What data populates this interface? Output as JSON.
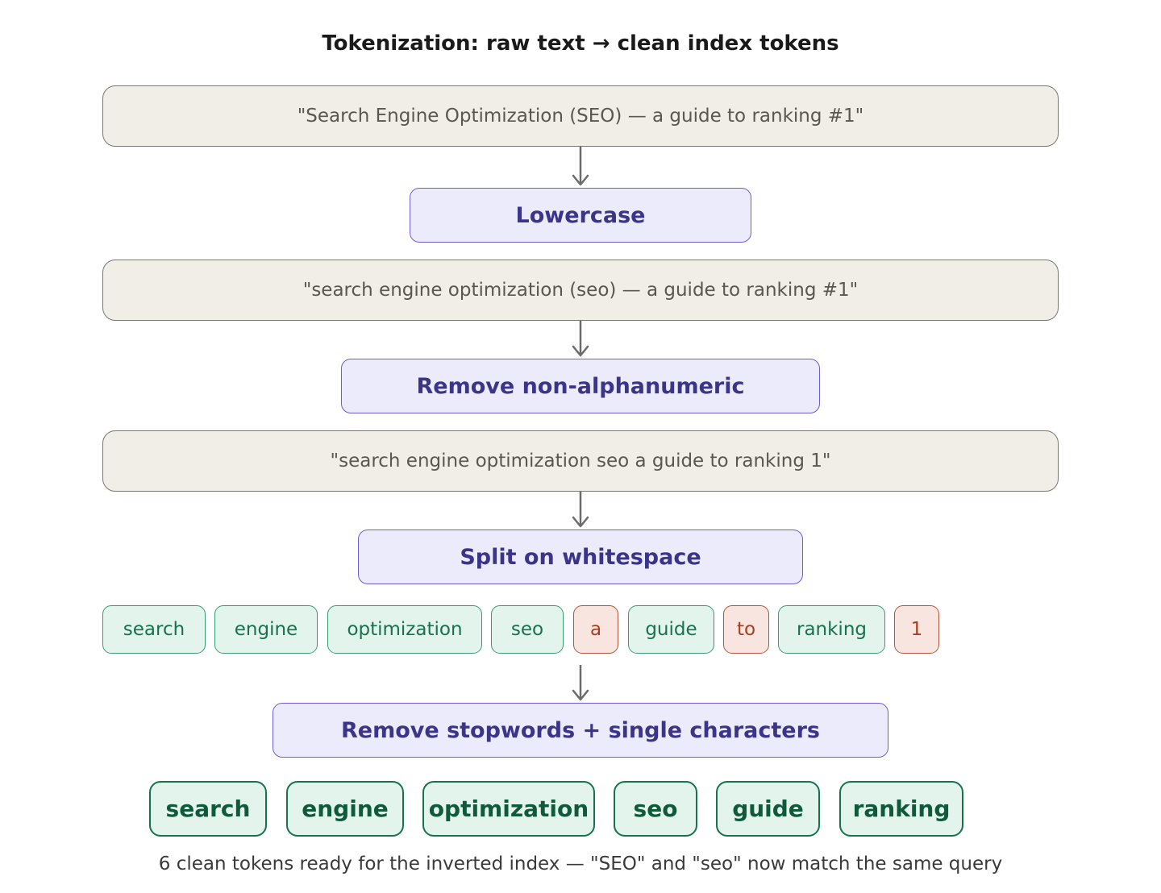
{
  "title": "Tokenization: raw text → clean index tokens",
  "stages": {
    "raw_text": "\"Search Engine Optimization (SEO) — a guide to ranking #1\"",
    "step1": "Lowercase",
    "lowercased_text": "\"search engine optimization (seo) — a guide to ranking #1\"",
    "step2": "Remove non-alphanumeric",
    "cleaned_text": "\"search engine optimization seo a guide to ranking 1\"",
    "step3": "Split on whitespace",
    "step4": "Remove stopwords + single characters"
  },
  "split_tokens": [
    {
      "text": "search",
      "status": "keep"
    },
    {
      "text": "engine",
      "status": "keep"
    },
    {
      "text": "optimization",
      "status": "keep"
    },
    {
      "text": "seo",
      "status": "keep"
    },
    {
      "text": "a",
      "status": "drop"
    },
    {
      "text": "guide",
      "status": "keep"
    },
    {
      "text": "to",
      "status": "drop"
    },
    {
      "text": "ranking",
      "status": "keep"
    },
    {
      "text": "1",
      "status": "drop"
    }
  ],
  "final_tokens": [
    "search",
    "engine",
    "optimization",
    "seo",
    "guide",
    "ranking"
  ],
  "caption": "6 clean tokens ready for the inverted index — \"SEO\" and \"seo\" now match the same query",
  "colors": {
    "text_box_fill": "#f1eee7",
    "step_fill": "#ecebfb",
    "step_text": "#3c3488",
    "keep_fill": "#e2f4ec",
    "keep_text": "#19714e",
    "drop_fill": "#f8e5df",
    "drop_text": "#a43f22",
    "arrow": "#6b6b6b"
  }
}
